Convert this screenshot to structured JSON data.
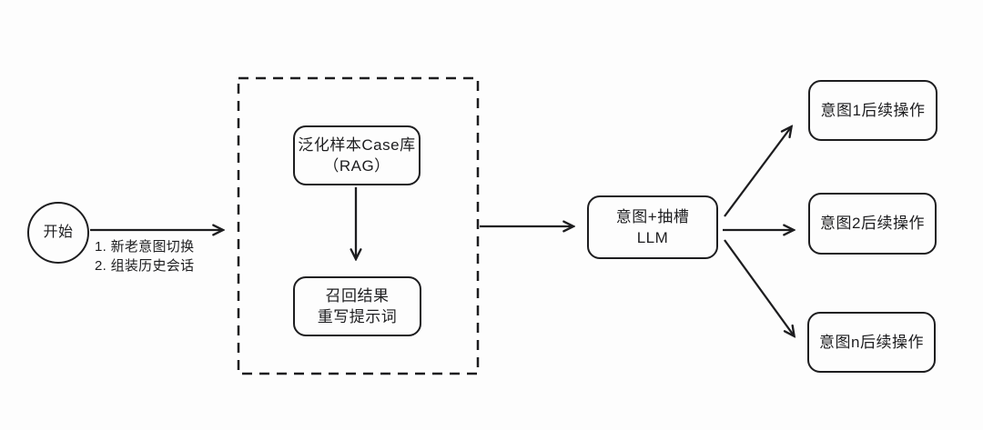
{
  "diagram": {
    "type": "flowchart",
    "colors": {
      "ink": "#1d1d1f",
      "background": "#fdfdfd"
    },
    "nodes": {
      "start": {
        "label": "开始",
        "shape": "circle"
      },
      "case_store": {
        "line1": "泛化样本Case库",
        "line2": "（RAG）",
        "shape": "rounded-rect"
      },
      "recall": {
        "line1": "召回结果",
        "line2": "重写提示词",
        "shape": "rounded-rect"
      },
      "llm": {
        "line1": "意图+抽槽",
        "line2": "LLM",
        "shape": "rounded-rect"
      },
      "intent1": {
        "label": "意图1后续操作",
        "shape": "rounded-rect"
      },
      "intent2": {
        "label": "意图2后续操作",
        "shape": "rounded-rect"
      },
      "intentn": {
        "label": "意图n后续操作",
        "shape": "rounded-rect"
      }
    },
    "group": {
      "style": "dashed-rect",
      "contains": [
        "case_store",
        "recall"
      ]
    },
    "edges": [
      {
        "from": "start",
        "to": "group",
        "note1": "1. 新老意图切换",
        "note2": "2. 组装历史会话"
      },
      {
        "from": "case_store",
        "to": "recall"
      },
      {
        "from": "group",
        "to": "llm"
      },
      {
        "from": "llm",
        "to": "intent1"
      },
      {
        "from": "llm",
        "to": "intent2"
      },
      {
        "from": "llm",
        "to": "intentn"
      }
    ]
  }
}
